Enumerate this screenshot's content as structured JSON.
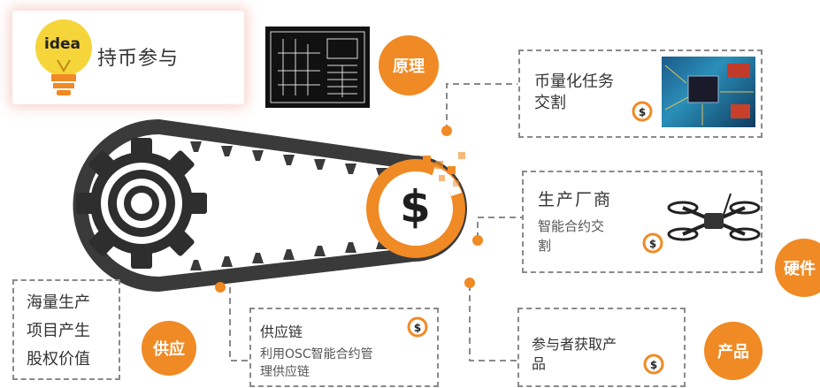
{
  "title_card": {
    "badge": "idea",
    "title": "持币参与"
  },
  "bubbles": {
    "principle": "原理",
    "hardware": "硬件",
    "supply": "供应",
    "product": "产品"
  },
  "cards": {
    "task": {
      "line1": "币量化任务",
      "line2": "交割"
    },
    "manufacturer": {
      "title": "生产厂商",
      "line1": "智能合约交",
      "line2": "割"
    },
    "supply_chain": {
      "title": "供应链",
      "line1": "利用OSC智能合约管",
      "line2": "理供应链"
    },
    "participants": {
      "line1": "参与者获取产",
      "line2": "品"
    },
    "equity": {
      "line1": "海量生产",
      "line2": "项目产生",
      "line3": "股权价值"
    }
  },
  "coin_symbol": "$",
  "colors": {
    "accent": "#f08a24",
    "belt": "#3a3a3a",
    "gear": "#2e2e2e",
    "dash": "#8a8a8a"
  },
  "icons": [
    "lightbulb-icon",
    "circuit-diagram-image",
    "circuit-board-image",
    "drone-image",
    "gear-icon",
    "coin-icon"
  ]
}
